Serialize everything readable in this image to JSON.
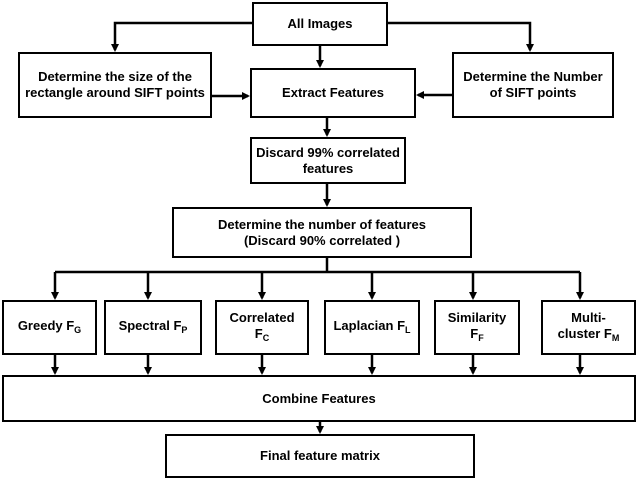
{
  "nodes": {
    "all_images": "All Images",
    "rect_size": "Determine the size of the rectangle around SIFT points",
    "extract": "Extract Features",
    "num_sift": "Determine the Number of SIFT points",
    "discard99": "Discard 99% correlated features",
    "num_features_1": "Determine the number of features",
    "num_features_2": "(Discard 90% correlated )",
    "methods": [
      {
        "label": "Greedy F",
        "sub": "G"
      },
      {
        "label": "Spectral F",
        "sub": "P"
      },
      {
        "label": "Correlated F",
        "sub": "C"
      },
      {
        "label": "Laplacian F",
        "sub": "L"
      },
      {
        "label": "Similarity F",
        "sub": "F"
      },
      {
        "label": "Multi-cluster F",
        "sub": "M"
      }
    ],
    "combine": "Combine Features",
    "final": "Final feature matrix"
  }
}
